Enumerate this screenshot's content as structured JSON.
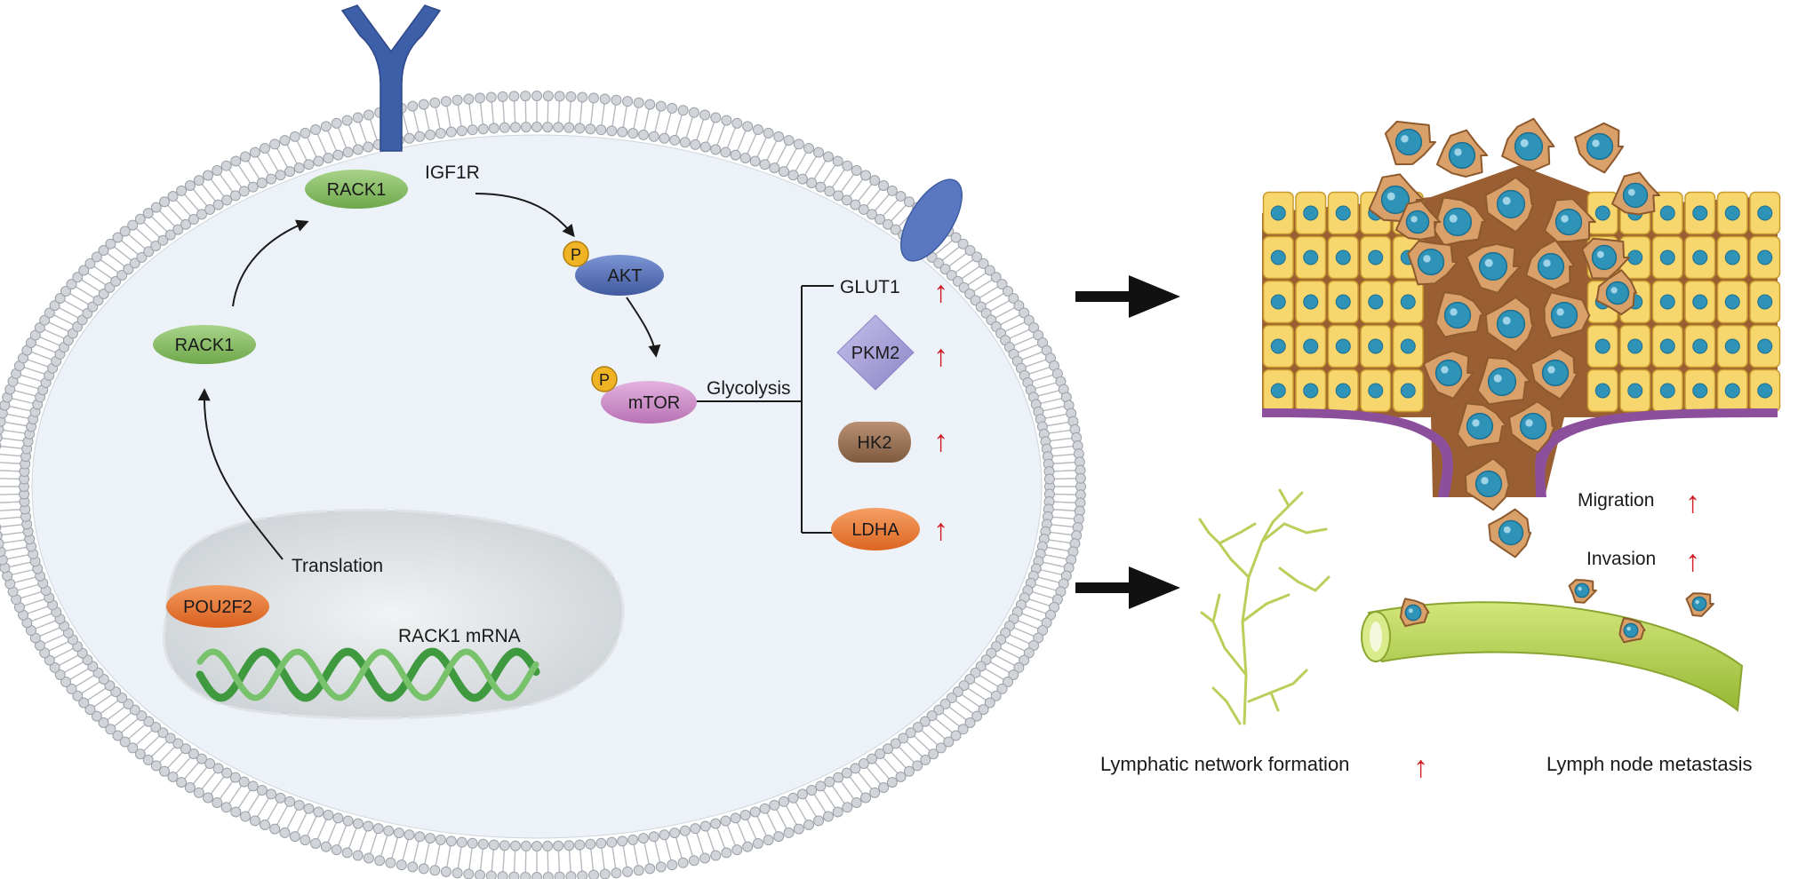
{
  "cell": {
    "receptor": "IGF1R",
    "rack1_top": "RACK1",
    "rack1_left": "RACK1",
    "akt": "AKT",
    "mtor": "mTOR",
    "phospho": "P",
    "glycolysis": "Glycolysis",
    "translation": "Translation",
    "pou2f2": "POU2F2",
    "mrna": "RACK1 mRNA",
    "targets": [
      "GLUT1",
      "PKM2",
      "HK2",
      "LDHA"
    ],
    "up_arrow": "↑"
  },
  "outcomes": {
    "migration": "Migration",
    "invasion": "Invasion",
    "lymphatic": "Lymphatic network formation",
    "metastasis": "Lymph node metastasis"
  },
  "colors": {
    "membrane_fill": "#eef3fa",
    "lipid_head": "#c9ccd1",
    "receptor": "#3d5fa7",
    "rack1": "#8dc06a",
    "akt": "#5c77bf",
    "mtor": "#cf8fcb",
    "phospho": "#f0b323",
    "pkm2": "#a6a0d6",
    "hk2": "#9c7657",
    "ldha": "#ec7e38",
    "pou2f2": "#ea7b3a",
    "dna": "#4aa44a",
    "up_arrow": "#d21f26",
    "epithelium": "#f7d36d",
    "tumor": "#d6985d",
    "nucleus": "#2f93b8",
    "basement": "#8b4f9c",
    "lymph": "#a9c93c"
  }
}
